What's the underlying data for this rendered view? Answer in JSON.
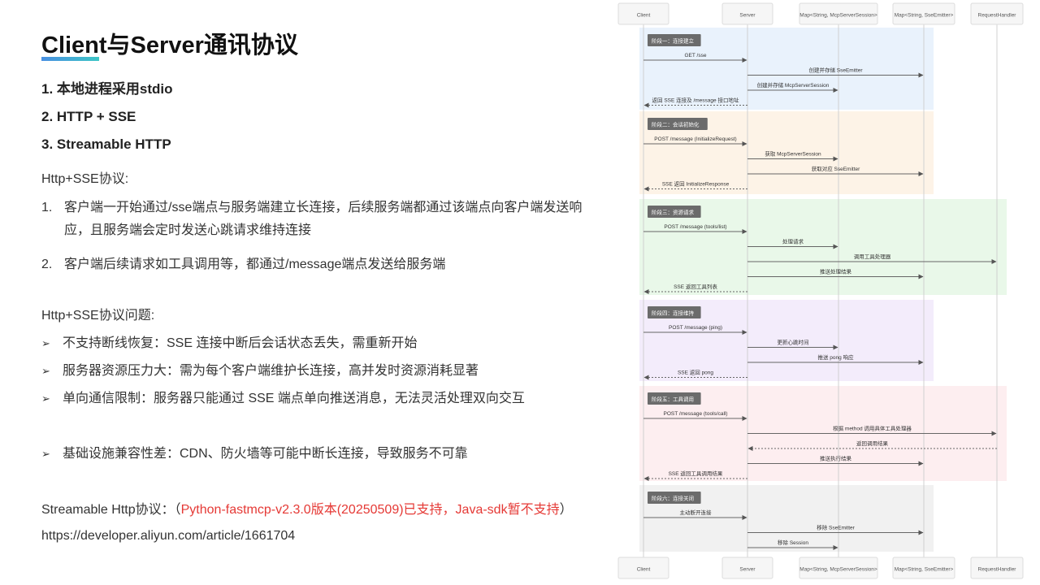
{
  "title": "Client与Server通讯协议",
  "modes": [
    "1.  本地进程采用stdio",
    "2.  HTTP + SSE",
    "3.  Streamable HTTP"
  ],
  "sse_heading": "Http+SSE协议:",
  "sse_points": [
    {
      "num": "1.",
      "text": "客户端一开始通过/sse端点与服务端建立长连接，后续服务端都通过该端点向客户端发送响应，且服务端会定时发送心跳请求维持连接"
    },
    {
      "num": "2.",
      "text": "客户端后续请求如工具调用等，都通过/message端点发送给服务端"
    }
  ],
  "problems_heading": "Http+SSE协议问题:",
  "problems": [
    "不支持断线恢复：SSE 连接中断后会话状态丢失，需重新开始",
    "服务器资源压力大：需为每个客户端维护长连接，高并发时资源消耗显著",
    "单向通信限制：服务器只能通过 SSE 端点单向推送消息，无法灵活处理双向交互",
    "基础设施兼容性差：CDN、防火墙等可能中断长连接，导致服务不可靠"
  ],
  "streamable": {
    "prefix": "Streamable Http协议：（",
    "highlight": "Python-fastmcp-v2.3.0版本(20250509)已支持，Java-sdk暂不支持",
    "suffix": "）https://developer.aliyun.com/article/1661704"
  },
  "sequence_diagram": {
    "participants": [
      "Client",
      "Server",
      "Map<String, McpServerSession>",
      "Map<String, SseEmitter>",
      "RequestHandler"
    ],
    "phases": [
      {
        "label": "阶段一：连接建立",
        "color": "#e9f2fc",
        "messages": [
          {
            "from": 0,
            "to": 1,
            "text": "GET /sse",
            "dashed": false
          },
          {
            "from": 1,
            "to": 3,
            "text": "创建并存储 SseEmitter",
            "dashed": false
          },
          {
            "from": 1,
            "to": 2,
            "text": "创建并存储 McpServerSession",
            "dashed": false
          },
          {
            "from": 1,
            "to": 0,
            "text": "返回 SSE 连接及 /message 接口地址",
            "dashed": true
          }
        ]
      },
      {
        "label": "阶段二：会话初始化",
        "color": "#fdf3e7",
        "messages": [
          {
            "from": 0,
            "to": 1,
            "text": "POST /message (InitializeRequest)",
            "dashed": false
          },
          {
            "from": 1,
            "to": 2,
            "text": "获取 McpServerSession",
            "dashed": false
          },
          {
            "from": 1,
            "to": 3,
            "text": "获取对应 SseEmitter",
            "dashed": false
          },
          {
            "from": 1,
            "to": 0,
            "text": "SSE 返回 InitializeResponse",
            "dashed": true
          }
        ]
      },
      {
        "label": "阶段三：资源请求",
        "color": "#e9f8e9",
        "messages": [
          {
            "from": 0,
            "to": 1,
            "text": "POST /message (tools/list)",
            "dashed": false
          },
          {
            "from": 1,
            "to": 2,
            "text": "处理请求",
            "dashed": false
          },
          {
            "from": 1,
            "to": 4,
            "text": "调用工具处理器",
            "dashed": false
          },
          {
            "from": 1,
            "to": 3,
            "text": "推送处理结果",
            "dashed": false
          },
          {
            "from": 1,
            "to": 0,
            "text": "SSE 返回工具列表",
            "dashed": true
          }
        ]
      },
      {
        "label": "阶段四：连接维持",
        "color": "#f3ecfb",
        "messages": [
          {
            "from": 0,
            "to": 1,
            "text": "POST /message (ping)",
            "dashed": false
          },
          {
            "from": 1,
            "to": 2,
            "text": "更新心跳时间",
            "dashed": false
          },
          {
            "from": 1,
            "to": 3,
            "text": "推送 pong 响应",
            "dashed": false
          },
          {
            "from": 1,
            "to": 0,
            "text": "SSE 返回 pong",
            "dashed": true
          }
        ]
      },
      {
        "label": "阶段五：工具调用",
        "color": "#fdeef0",
        "messages": [
          {
            "from": 0,
            "to": 1,
            "text": "POST /message (tools/call)",
            "dashed": false
          },
          {
            "from": 1,
            "to": 4,
            "text": "根据 method 调用具体工具处理器",
            "dashed": false
          },
          {
            "from": 4,
            "to": 1,
            "text": "返回调用结果",
            "dashed": true
          },
          {
            "from": 1,
            "to": 3,
            "text": "推送执行结果",
            "dashed": false
          },
          {
            "from": 1,
            "to": 0,
            "text": "SSE 返回工具调用结果",
            "dashed": true
          }
        ]
      },
      {
        "label": "阶段六：连接关闭",
        "color": "#f1f1f1",
        "messages": [
          {
            "from": 0,
            "to": 1,
            "text": "主动断开连接",
            "dashed": false
          },
          {
            "from": 1,
            "to": 3,
            "text": "移除 SseEmitter",
            "dashed": false
          },
          {
            "from": 1,
            "to": 2,
            "text": "移除 Session",
            "dashed": false
          }
        ]
      }
    ]
  }
}
